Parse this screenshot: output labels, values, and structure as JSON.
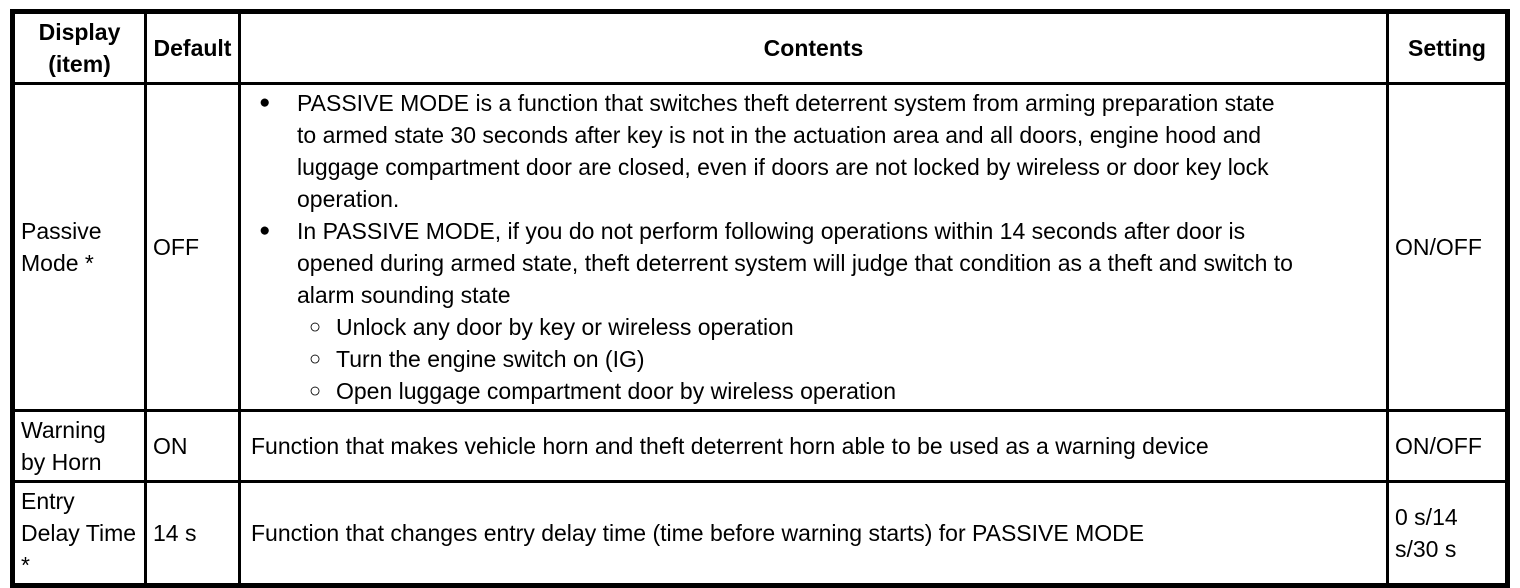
{
  "page": {
    "background_color": "#ffffff",
    "text_color": "#000000",
    "border_color": "#000000"
  },
  "icons": {
    "bullet": "●",
    "sub_bullet": "○"
  },
  "table": {
    "headers": {
      "display": "Display\n(item)",
      "default": "Default",
      "contents": "Contents",
      "setting": "Setting"
    },
    "rows": [
      {
        "display": "Passive\nMode *",
        "default": "OFF",
        "setting": "ON/OFF",
        "bullets": [
          "PASSIVE MODE is a function that switches theft deterrent system from arming preparation state\nto armed state 30 seconds after key is not in the actuation area and all doors, engine hood and\nluggage compartment door are closed, even if doors are not locked by wireless or door key lock\noperation.",
          "In PASSIVE MODE, if you do not perform following operations within 14 seconds after door is\nopened during armed state, theft deterrent system will judge that condition as a theft and switch to\nalarm sounding state"
        ],
        "sub_bullets": [
          "Unlock any door by key or wireless operation",
          "Turn the engine switch on (IG)",
          "Open luggage compartment door by wireless operation"
        ]
      },
      {
        "display": "Warning\nby Horn",
        "default": "ON",
        "contents": "Function that makes vehicle horn and theft deterrent horn able to be used as a warning device",
        "setting": "ON/OFF"
      },
      {
        "display": "Entry\nDelay Time\n*",
        "default": "14 s",
        "contents": "Function that changes entry delay time (time before warning starts) for PASSIVE MODE",
        "setting": "0 s/14\ns/30 s"
      }
    ]
  }
}
